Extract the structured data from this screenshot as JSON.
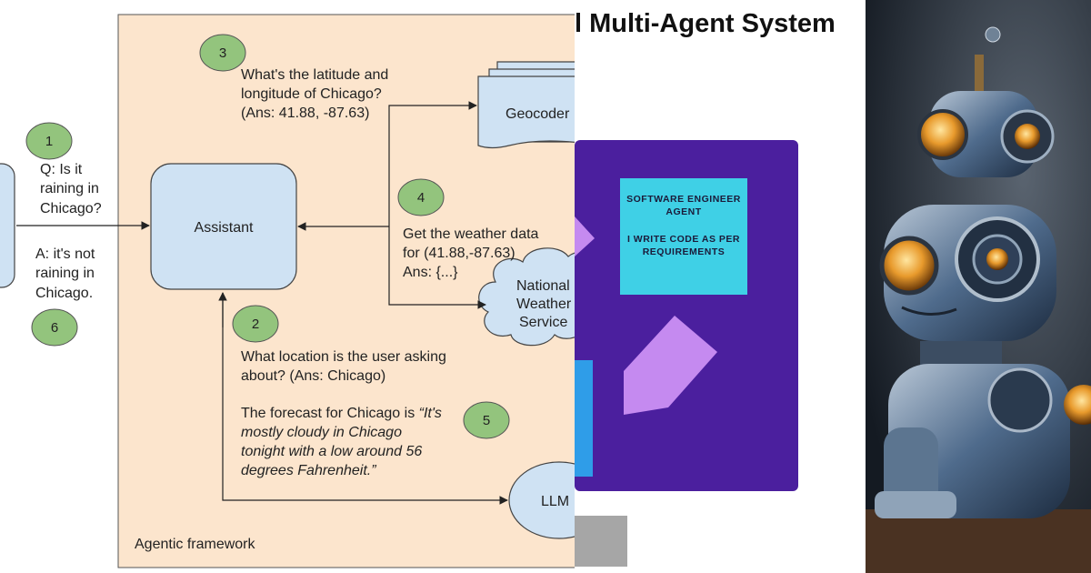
{
  "diagram": {
    "steps": [
      "1",
      "2",
      "3",
      "4",
      "5",
      "6"
    ],
    "user_question": [
      "Q: Is it",
      "raining in",
      "Chicago?"
    ],
    "user_answer": [
      "A: it's not",
      "raining in",
      "Chicago."
    ],
    "assistant": "Assistant",
    "geocoder": "Geocoder",
    "weather_service": [
      "National",
      "Weather",
      "Service"
    ],
    "llm": "LLM",
    "step3_text": [
      "What's the latitude and",
      "longitude of Chicago?",
      "(Ans: 41.88, -87.63)"
    ],
    "step4_text": [
      "Get the weather data",
      "for (41.88,-87.63)",
      "Ans: {...}"
    ],
    "step2_text": [
      "What location is the user asking",
      "about? (Ans: Chicago)"
    ],
    "step5_prefix": "The forecast for Chicago is ",
    "step5_quote": [
      "“It's",
      "mostly cloudy in Chicago",
      "tonight with a low around 56",
      "degrees Fahrenheit.”"
    ],
    "framework_label": "Agentic framework"
  },
  "multi_agent": {
    "title": "l Multi-Agent System",
    "card_title": "SOFTWARE ENGINEER AGENT",
    "card_body": "I WRITE CODE AS PER REQUIREMENTS"
  },
  "colors": {
    "framework_bg": "#fce5cd",
    "node_fill": "#cfe2f3",
    "step_fill": "#93c47d",
    "purple_bg": "#4b1f9e",
    "card_cyan": "#3fd0e6",
    "shape_lilac": "#c58af0"
  },
  "icons": [
    "arrow-right-icon",
    "arrow-left-icon",
    "arrow-up-icon",
    "robot-illustration"
  ]
}
